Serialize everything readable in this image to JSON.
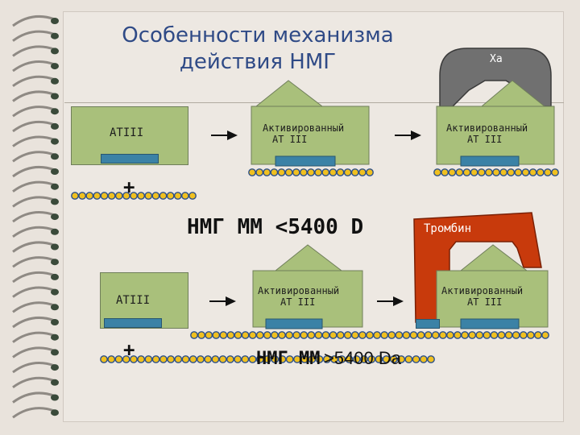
{
  "title": {
    "line1": "Особенности механизма",
    "line2": "действия НМГ"
  },
  "labels": {
    "atiii_top": "ATIII",
    "atiii_bottom": "ATIII",
    "activated_line1": "Активированный",
    "activated_line2": "AT III",
    "xa": "Xa",
    "thrombin": "Тромбин",
    "plus": "+",
    "lmwh_short": "НМГ  ММ <5400 D",
    "lmwh_long_prefix": "НМГ  ММ",
    "lmwh_long_value": ">5400 Da"
  },
  "colors": {
    "atiii_box": "#a9c07b",
    "binding_site": "#3b82a6",
    "xa": "#707070",
    "thrombin": "#c83a0c",
    "bead": "#f0c020",
    "title": "#2f4a86"
  }
}
